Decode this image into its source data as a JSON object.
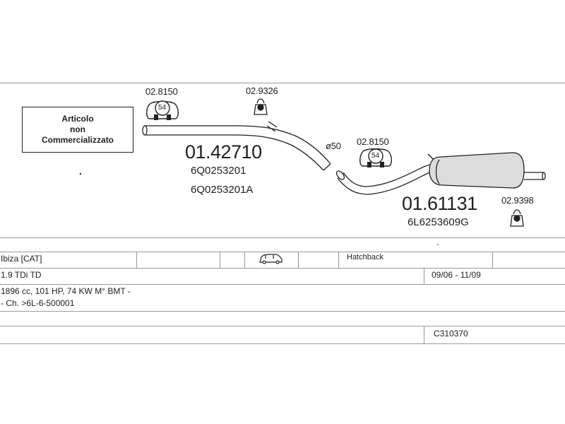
{
  "diagram": {
    "notice": [
      "Articolo",
      "non",
      "Commercializzato"
    ],
    "clamp_refs": {
      "front_clamp": "02.8150",
      "front_hanger": "02.9326",
      "mid_clamp": "02.8150",
      "rear_hanger": "02.9398"
    },
    "clamp_size": "54",
    "diameter_label": "ø50",
    "parts": [
      {
        "number": "01.42710",
        "oem": [
          "6Q0253201",
          "6Q0253201A"
        ]
      },
      {
        "number": "01.61131",
        "oem": [
          "6L6253609G"
        ]
      }
    ]
  },
  "vehicle": {
    "model": "Ibiza  [CAT]",
    "body": "Hatchback",
    "engine": "1.9 TDi TD",
    "years": "09/06 - 11/09",
    "specs": "1896 cc, 101 HP, 74 KW M° BMT -",
    "chassis": "- Ch. >6L-6-500001",
    "code": "C310370"
  }
}
